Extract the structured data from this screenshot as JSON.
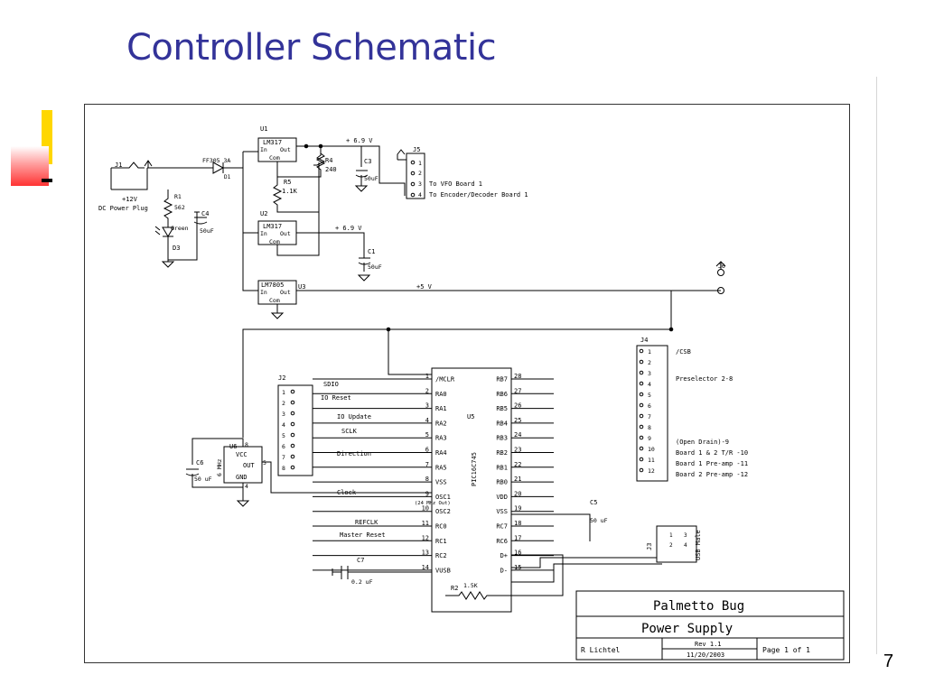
{
  "slide": {
    "title": "Controller Schematic",
    "page_number": "7"
  },
  "schematic": {
    "j1": {
      "ref": "J1",
      "desc1": "+12V",
      "desc2": "DC Power Plug"
    },
    "d1": {
      "ref": "D1",
      "part": "FF305 3A"
    },
    "r1": {
      "ref": "R1",
      "value": "562"
    },
    "d3": {
      "ref": "D3",
      "color": "Green"
    },
    "c4": {
      "ref": "C4",
      "value": "50uF"
    },
    "u1": {
      "ref": "U1",
      "part": "LM317",
      "pin_in": "In",
      "pin_out": "Out",
      "pin_com": "Com"
    },
    "u2": {
      "ref": "U2",
      "part": "LM317",
      "pin_in": "In",
      "pin_out": "Out",
      "pin_com": "Com"
    },
    "u3": {
      "ref": "U3",
      "part": "LM7805",
      "pin_in": "In",
      "pin_out": "Out",
      "pin_com": "Com"
    },
    "r4": {
      "ref": "R4",
      "value": "240"
    },
    "r5": {
      "ref": "R5",
      "value": "1.1K"
    },
    "c3": {
      "ref": "C3",
      "value": "50uF"
    },
    "c1": {
      "ref": "C1",
      "value": "50uF"
    },
    "rail1": "+ 6.9 V",
    "rail2": "+ 6.9 V",
    "rail5": "+5 V",
    "j5": {
      "ref": "J5",
      "pins": [
        "1",
        "2",
        "3",
        "4"
      ],
      "label3": "To VFO Board 1",
      "label4": "To Encoder/Decoder Board 1"
    },
    "j6": "J6",
    "j4": {
      "ref": "J4",
      "pins": [
        "1",
        "2",
        "3",
        "4",
        "5",
        "6",
        "7",
        "8",
        "9",
        "10",
        "11",
        "12"
      ],
      "label_csb": "/CSB",
      "label_presel": "Preselector 2-8",
      "label_od": "(Open Drain)-9",
      "label_b12": "Board 1 & 2  T/R -10",
      "label_b1": "Board 1 Pre-amp -11",
      "label_b2": "Board 2 Pre-amp -12"
    },
    "j2": {
      "ref": "J2",
      "pins": [
        "1",
        "2",
        "3",
        "4",
        "5",
        "6",
        "7",
        "8"
      ]
    },
    "signals": {
      "sdio": "SDIO",
      "io_reset": "IO Reset",
      "io_update": "IO Update",
      "sclk": "SCLK",
      "direction": "Direction",
      "clock": "Clock",
      "refclk": "REFCLK",
      "master_reset": "Master Reset"
    },
    "u5": {
      "ref": "U5",
      "part": "PIC16C745",
      "osc_note": "(24 MHz Out)",
      "left_pins": [
        {
          "num": "1",
          "name": "/MCLR"
        },
        {
          "num": "2",
          "name": "RA0"
        },
        {
          "num": "3",
          "name": "RA1"
        },
        {
          "num": "4",
          "name": "RA2"
        },
        {
          "num": "5",
          "name": "RA3"
        },
        {
          "num": "6",
          "name": "RA4"
        },
        {
          "num": "7",
          "name": "RA5"
        },
        {
          "num": "8",
          "name": "VSS"
        },
        {
          "num": "9",
          "name": "OSC1"
        },
        {
          "num": "10",
          "name": "OSC2"
        },
        {
          "num": "11",
          "name": "RC0"
        },
        {
          "num": "12",
          "name": "RC1"
        },
        {
          "num": "13",
          "name": "RC2"
        },
        {
          "num": "14",
          "name": "VUSB"
        }
      ],
      "right_pins": [
        {
          "num": "28",
          "name": "RB7"
        },
        {
          "num": "27",
          "name": "RB6"
        },
        {
          "num": "26",
          "name": "RB5"
        },
        {
          "num": "25",
          "name": "RB4"
        },
        {
          "num": "24",
          "name": "RB3"
        },
        {
          "num": "23",
          "name": "RB2"
        },
        {
          "num": "22",
          "name": "RB1"
        },
        {
          "num": "21",
          "name": "RB0"
        },
        {
          "num": "20",
          "name": "VDD"
        },
        {
          "num": "19",
          "name": "VSS"
        },
        {
          "num": "18",
          "name": "RC7"
        },
        {
          "num": "17",
          "name": "RC6"
        },
        {
          "num": "16",
          "name": "D+"
        },
        {
          "num": "15",
          "name": "D-"
        }
      ]
    },
    "u6": {
      "ref": "U6",
      "freq": "6 MHz",
      "pin_vcc": "VCC",
      "pin_out": "OUT",
      "pin_gnd": "GND",
      "pin8": "8",
      "pin5": "5",
      "pin4": "4"
    },
    "c6": {
      "ref": "C6",
      "value": "50 uF"
    },
    "c5": {
      "ref": "C5",
      "value": "50 uF"
    },
    "c7": {
      "ref": "C7",
      "value": "0.2 uF"
    },
    "r2": {
      "ref": "R2",
      "value": "1.5K"
    },
    "j3": {
      "ref": "J3",
      "label": "USB Male",
      "pins": [
        "1",
        "2",
        "3",
        "4"
      ]
    },
    "title_block": {
      "project": "Palmetto Bug",
      "sheet": "Power Supply",
      "author": "R Lichtel",
      "rev": "Rev 1.1",
      "date": "11/20/2003",
      "page": "Page 1 of 1"
    }
  }
}
